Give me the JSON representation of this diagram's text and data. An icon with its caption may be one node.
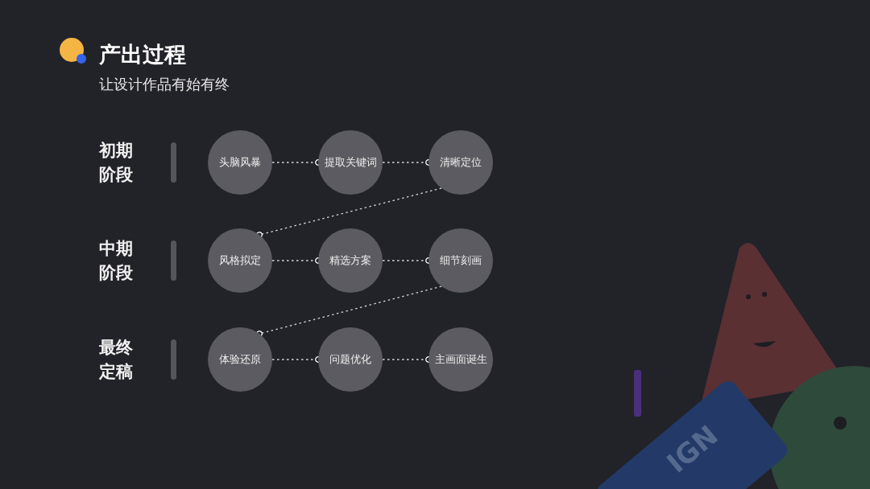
{
  "diagram": {
    "title": "产出过程",
    "caption": "让设计作品有始有终",
    "nodes": [
      {
        "text": [
          "头脑风暴"
        ]
      },
      {
        "text": [
          "提取关键词"
        ]
      },
      {
        "text": [
          "清晰定位"
        ]
      },
      {
        "text": [
          "风格拟定"
        ]
      },
      {
        "text": [
          "精选方案"
        ]
      },
      {
        "text": [
          "细节刻画"
        ]
      },
      {
        "text": [
          "体验还原"
        ]
      },
      {
        "text": [
          "问题优化"
        ]
      },
      {
        "text": [
          "主画面诞生"
        ]
      }
    ],
    "edges": [
      {
        "from": 0,
        "to": 1,
        "arrow": "other"
      },
      {
        "from": 1,
        "to": 2,
        "arrow": "other"
      },
      {
        "from": 2,
        "to": 3,
        "arrow": "other"
      },
      {
        "from": 3,
        "to": 4,
        "arrow": "other"
      },
      {
        "from": 4,
        "to": 5,
        "arrow": "other"
      },
      {
        "from": 5,
        "to": 6,
        "arrow": "other"
      },
      {
        "from": 6,
        "to": 7,
        "arrow": "other"
      },
      {
        "from": 7,
        "to": 8,
        "arrow": "other"
      }
    ],
    "labels": [
      "初期阶段",
      "中期阶段",
      "最终定稿",
      "IGN"
    ]
  }
}
